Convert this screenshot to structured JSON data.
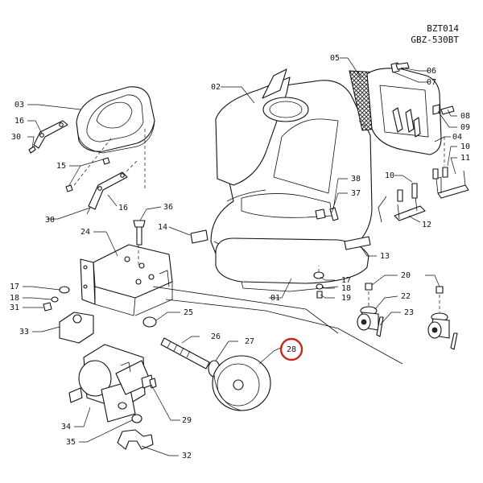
{
  "header": {
    "code": "BZT014",
    "model": "GBZ-530BT"
  },
  "highlight_color": "#c8261b",
  "highlighted_label": "28",
  "labels": {
    "l01": "01",
    "l02": "02",
    "l03": "03",
    "l04": "04",
    "l05": "05",
    "l06": "06",
    "l07": "07",
    "l08": "08",
    "l09": "09",
    "l10a": "10",
    "l10b": "10",
    "l11": "11",
    "l12": "12",
    "l13": "13",
    "l14": "14",
    "l15": "15",
    "l16a": "16",
    "l16b": "16",
    "l17a": "17",
    "l17b": "17",
    "l18a": "18",
    "l18b": "18",
    "l19": "19",
    "l20": "20",
    "l22": "22",
    "l23": "23",
    "l24": "24",
    "l25": "25",
    "l26": "26",
    "l27": "27",
    "l28": "28",
    "l29": "29",
    "l30a": "30",
    "l30b": "30",
    "l31": "31",
    "l32": "32",
    "l33": "33",
    "l34": "34",
    "l35": "35",
    "l36": "36",
    "l37": "37",
    "l38": "38"
  }
}
